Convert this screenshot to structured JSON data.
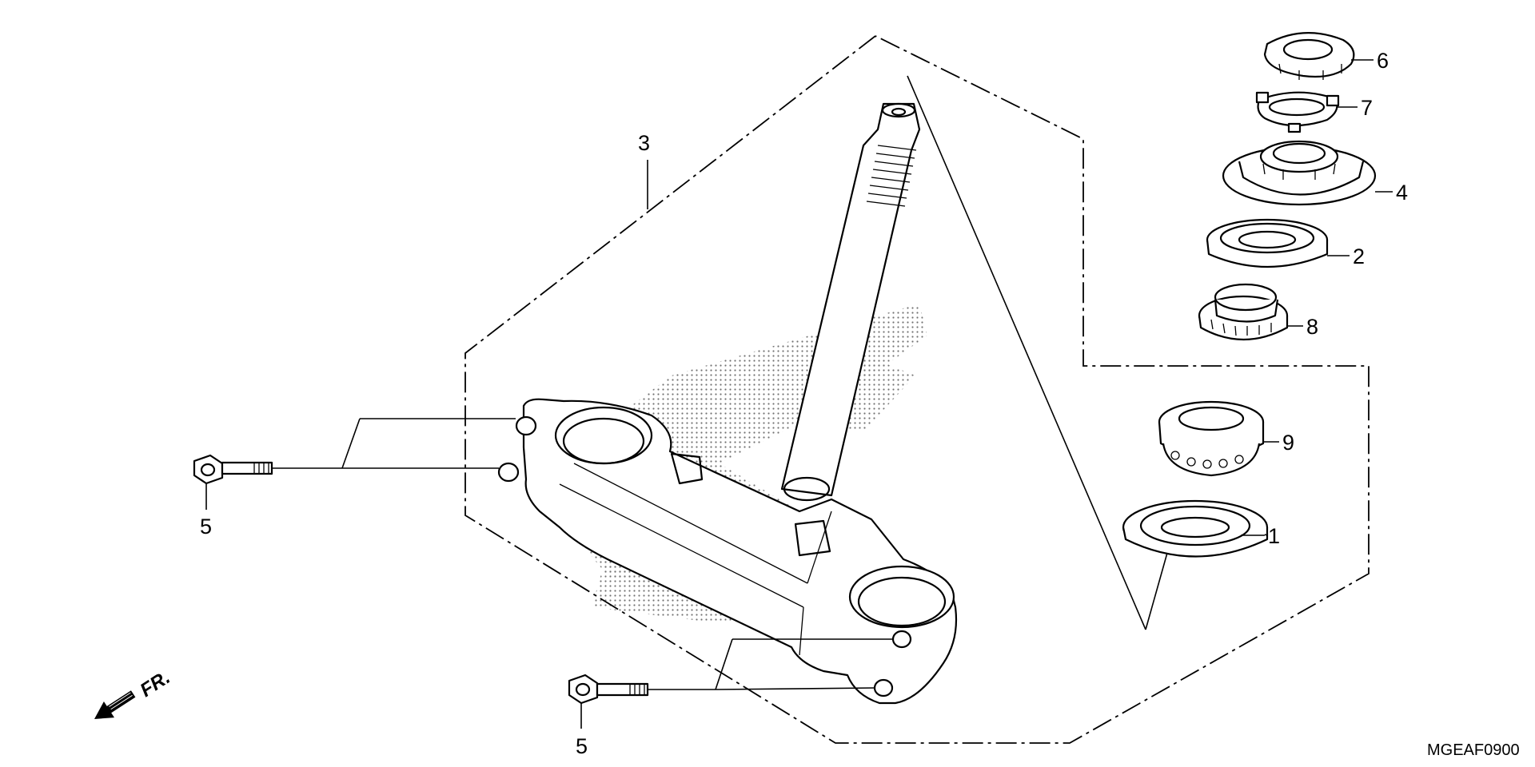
{
  "diagram": {
    "code": "MGEAF0900",
    "direction": "FR.",
    "callouts": [
      {
        "id": "c3",
        "label": "3"
      },
      {
        "id": "c6",
        "label": "6"
      },
      {
        "id": "c7",
        "label": "7"
      },
      {
        "id": "c4",
        "label": "4"
      },
      {
        "id": "c2",
        "label": "2"
      },
      {
        "id": "c8",
        "label": "8"
      },
      {
        "id": "c9",
        "label": "9"
      },
      {
        "id": "c1",
        "label": "1"
      },
      {
        "id": "c5a",
        "label": "5"
      },
      {
        "id": "c5b",
        "label": "5"
      }
    ]
  }
}
